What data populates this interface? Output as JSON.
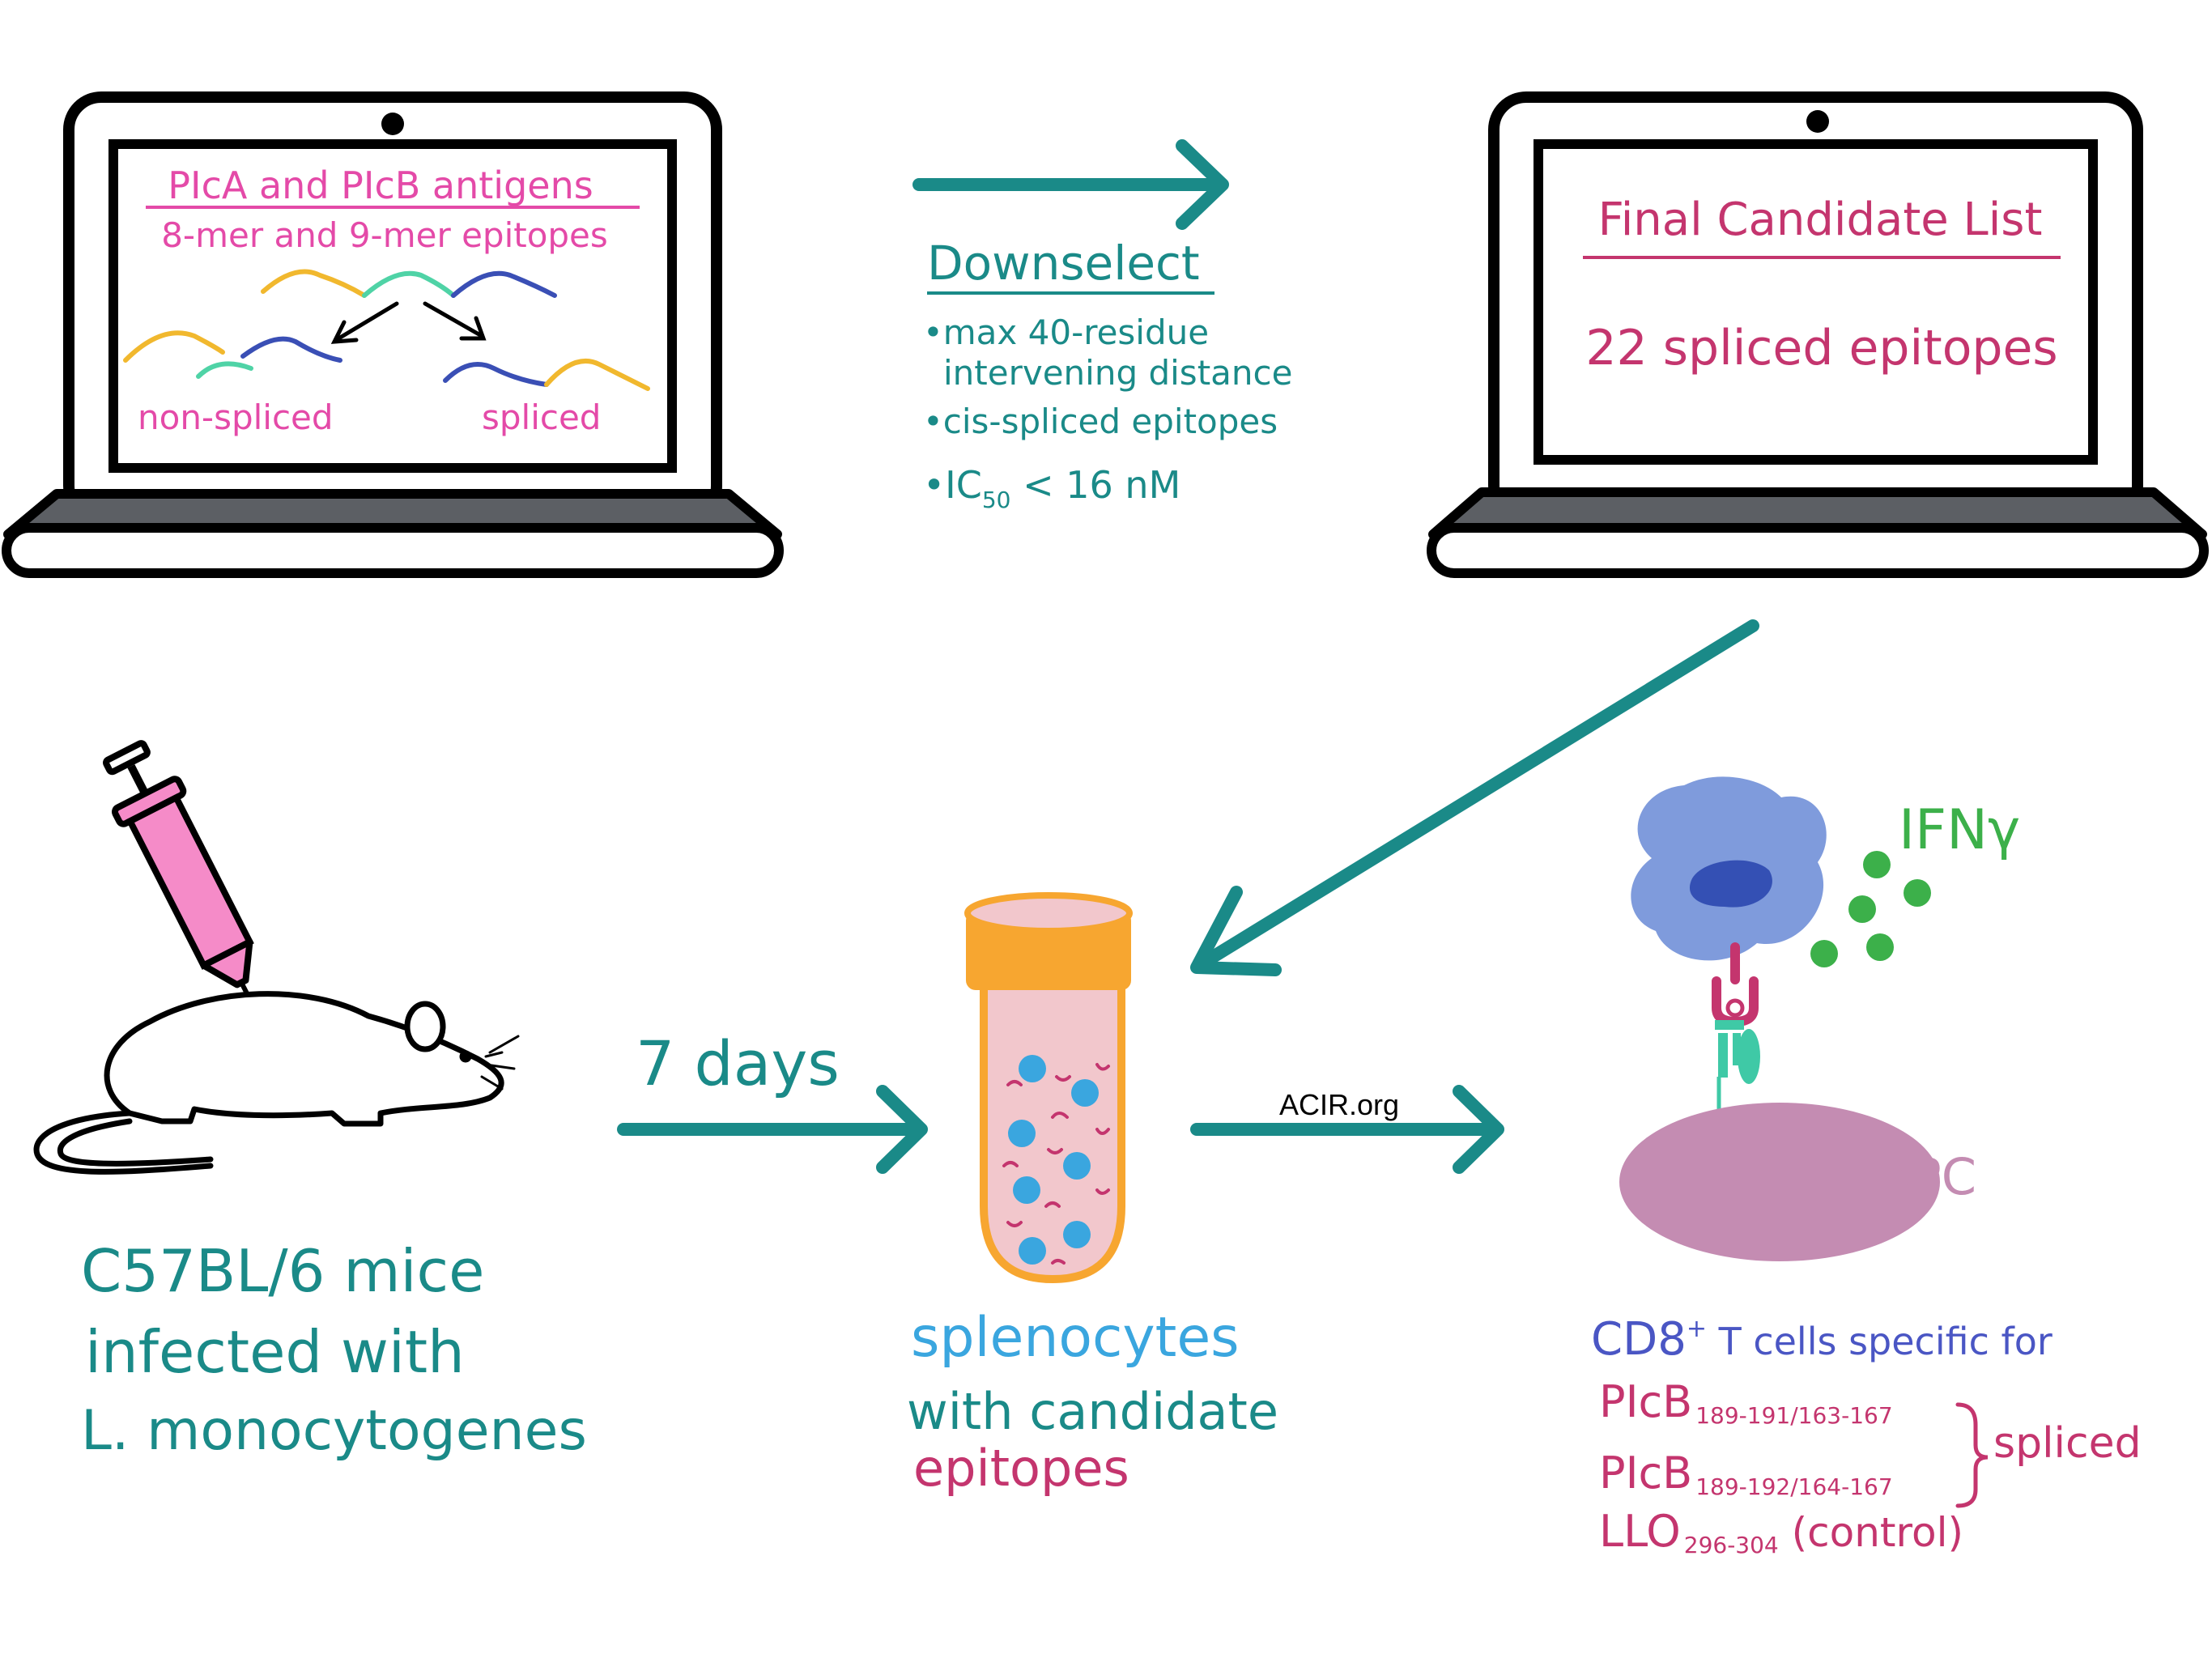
{
  "laptop_left": {
    "title": "PIcA and PIcB antigens",
    "subtitle": "8-mer and 9-mer epitopes",
    "label_nonspliced": "non-spliced",
    "label_spliced": "spliced"
  },
  "downselect": {
    "heading": "Downselect",
    "criteria": [
      "•max 40-residue",
      "intervening distance",
      "•cis-spliced epitopes",
      "•IC",
      "50",
      " < 16 nM"
    ]
  },
  "laptop_right": {
    "title": "Final Candidate List",
    "count_text": "22 spliced epitopes"
  },
  "mouse": {
    "caption_lines": [
      "C57BL/6 mice",
      "infected with",
      "L. monocytogenes"
    ]
  },
  "arrow_days_label": "7 days",
  "tube": {
    "caption_line1": "splenocytes",
    "caption_line2": "with candidate",
    "caption_line3": "epitopes"
  },
  "arrow_acir_label": "ACIR.org",
  "cell_assay": {
    "ifn_label": "IFNγ",
    "apc_label": "APC",
    "cd8_heading_main": "CD8",
    "cd8_heading_sup": "+",
    "cd8_heading_rest": " T cells specific for",
    "rows": [
      {
        "name": "PIcB",
        "sub": "189-191/163-167"
      },
      {
        "name": "PIcB",
        "sub": "189-192/164-167"
      },
      {
        "name": "LLO",
        "sub": "296-304",
        "suffix": " (control)"
      }
    ],
    "brace_label": "spliced"
  },
  "colors": {
    "teal": "#1a8a88",
    "magenta": "#e44aa8",
    "crimson": "#c4356e",
    "blue": "#4a56c4",
    "light_blue": "#3aa6df",
    "green": "#3cb04a",
    "orange": "#f7a630",
    "yellow": "#f1b82e",
    "mint": "#4fd3a6",
    "navy": "#3a4fb5",
    "gray": "#5c5f64",
    "cell_blue": "#7f9bdc",
    "nucleus": "#3450b4",
    "apc": "#c48cb2"
  }
}
